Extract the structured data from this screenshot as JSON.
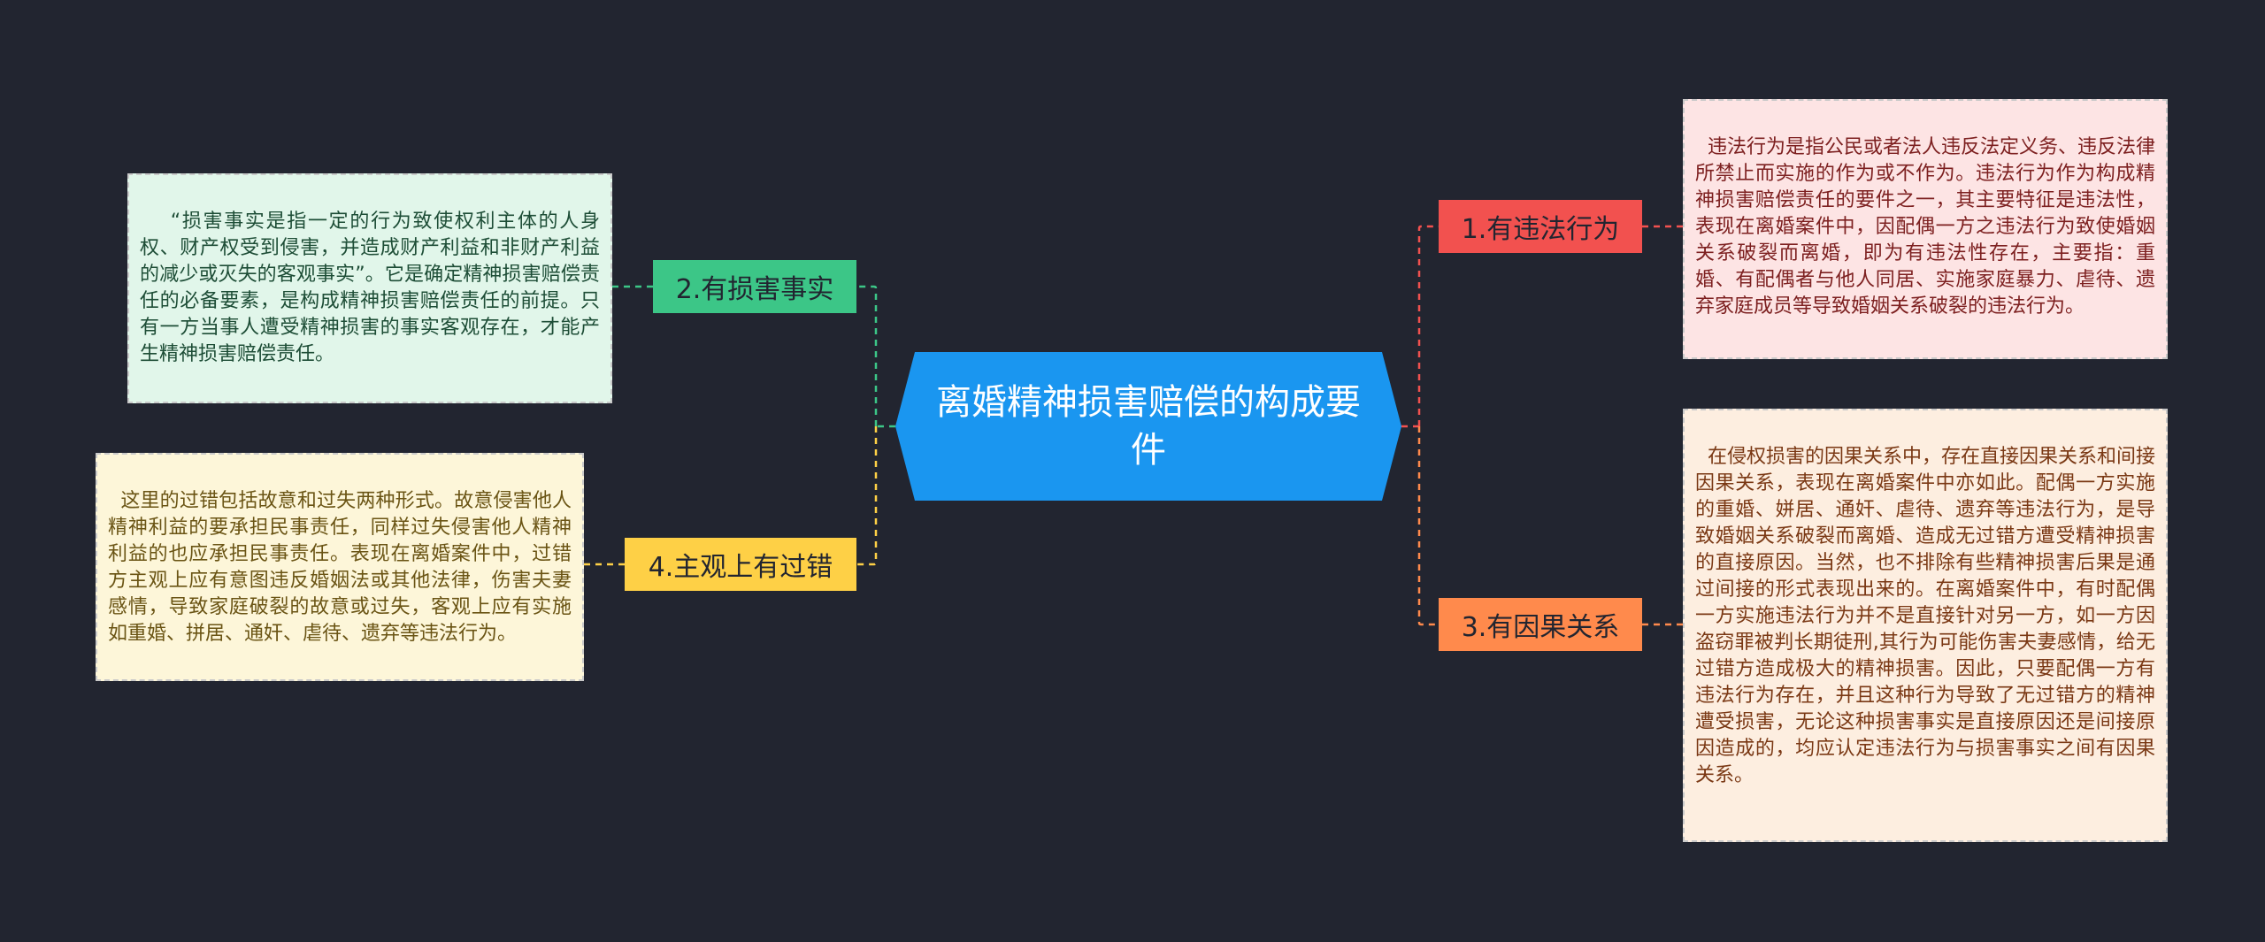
{
  "center": {
    "title": "离婚精神损害赔偿的构成要件"
  },
  "colors": {
    "background": "#222530",
    "center": "#1a96f0",
    "topic1": "#f2514f",
    "topic2": "#3cc687",
    "topic3": "#ff8a4c",
    "topic4": "#fed046"
  },
  "topics": [
    {
      "label": "1.有违法行为",
      "note": "违法行为是指公民或者法人违反法定义务、违反法律所禁止而实施的作为或不作为。违法行为作为构成精神损害赔偿责任的要件之一，其主要特征是违法性，表现在离婚案件中，因配偶一方之违法行为致使婚姻关系破裂而离婚，即为有违法性存在，主要指：重婚、有配偶者与他人同居、实施家庭暴力、虐待、遗弃家庭成员等导致婚姻关系破裂的违法行为。"
    },
    {
      "label": "2.有损害事实",
      "note": "  “损害事实是指一定的行为致使权利主体的人身权、财产权受到侵害，并造成财产利益和非财产利益的减少或灭失的客观事实”。它是确定精神损害赔偿责任的必备要素，是构成精神损害赔偿责任的前提。只有一方当事人遭受精神损害的事实客观存在，才能产生精神损害赔偿责任。"
    },
    {
      "label": "3.有因果关系",
      "note": "在侵权损害的因果关系中，存在直接因果关系和间接因果关系，表现在离婚案件中亦如此。配偶一方实施的重婚、姘居、通奸、虐待、遗弃等违法行为，是导致婚姻关系破裂而离婚、造成无过错方遭受精神损害的直接原因。当然，也不排除有些精神损害后果是通过间接的形式表现出来的。在离婚案件中，有时配偶一方实施违法行为并不是直接针对另一方，如一方因盗窃罪被判长期徒刑,其行为可能伤害夫妻感情，给无过错方造成极大的精神损害。因此，只要配偶一方有违法行为存在，并且这种行为导致了无过错方的精神遭受损害，无论这种损害事实是直接原因还是间接原因造成的，均应认定违法行为与损害事实之间有因果关系。"
    },
    {
      "label": "4.主观上有过错",
      "note": "这里的过错包括故意和过失两种形式。故意侵害他人精神利益的要承担民事责任，同样过失侵害他人精神利益的也应承担民事责任。表现在离婚案件中，过错方主观上应有意图违反婚姻法或其他法律，伤害夫妻感情，导致家庭破裂的故意或过失，客观上应有实施如重婚、拼居、通奸、虐待、遗弃等违法行为。"
    }
  ]
}
